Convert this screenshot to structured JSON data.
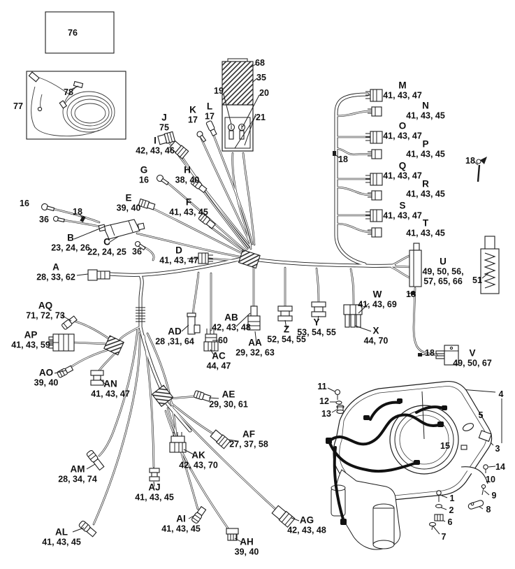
{
  "diagram_title": "Engine wiring harness parts diagram",
  "nums": {
    "1": "1",
    "2": "2",
    "3": "3",
    "4": "4",
    "5": "5",
    "6": "6",
    "7": "7",
    "8": "8",
    "9": "9",
    "10": "10",
    "11": "11",
    "12": "12",
    "13": "13",
    "14": "14",
    "15": "15",
    "16": "16",
    "18": "18",
    "19": "19",
    "20": "20",
    "21": "21",
    "35": "35",
    "36": "36",
    "51": "51",
    "60": "60",
    "68": "68",
    "76": "76",
    "77": "77",
    "78": "78"
  },
  "callouts": {
    "A": {
      "letter": "A",
      "parts": "28, 33, 62"
    },
    "B": {
      "letter": "B",
      "parts": "23, 24, 26"
    },
    "C": {
      "letter": "C",
      "parts": "22, 24, 25"
    },
    "D": {
      "letter": "D",
      "parts": "41, 43, 47"
    },
    "E": {
      "letter": "E",
      "parts": "39, 40"
    },
    "F": {
      "letter": "F",
      "parts": "41, 43, 45"
    },
    "G": {
      "letter": "G",
      "parts": "16"
    },
    "H": {
      "letter": "H",
      "parts": "38, 40"
    },
    "I": {
      "letter": "I",
      "parts": "42, 43, 46"
    },
    "J": {
      "letter": "J",
      "parts": "75"
    },
    "K": {
      "letter": "K",
      "parts": "17"
    },
    "L": {
      "letter": "L",
      "parts": "17"
    },
    "M": {
      "letter": "M",
      "parts": "41, 43, 47"
    },
    "N": {
      "letter": "N",
      "parts": "41, 43, 45"
    },
    "O": {
      "letter": "O",
      "parts": "41, 43, 47"
    },
    "P": {
      "letter": "P",
      "parts": "41, 43, 45"
    },
    "Q": {
      "letter": "Q",
      "parts": "41, 43, 47"
    },
    "R": {
      "letter": "R",
      "parts": "41, 43, 45"
    },
    "S": {
      "letter": "S",
      "parts": "41, 43, 47"
    },
    "T": {
      "letter": "T",
      "parts": "41, 43, 45"
    },
    "U": {
      "letter": "U",
      "parts": "49, 50, 56,",
      "parts2": "57, 65, 66"
    },
    "V": {
      "letter": "V",
      "parts": "49, 50, 67"
    },
    "W": {
      "letter": "W",
      "parts": "41, 43, 69"
    },
    "X": {
      "letter": "X",
      "parts": "44, 70"
    },
    "Y": {
      "letter": "Y",
      "parts": "53, 54, 55"
    },
    "Z": {
      "letter": "Z",
      "parts": "52, 54, 55"
    },
    "AA": {
      "letter": "AA",
      "parts": "29, 32, 63"
    },
    "AB": {
      "letter": "AB",
      "parts": "42, 43, 48"
    },
    "AC": {
      "letter": "AC",
      "parts": "44, 47"
    },
    "AD": {
      "letter": "AD",
      "parts": "28 ,31, 64"
    },
    "AE": {
      "letter": "AE",
      "parts": "29, 30, 61"
    },
    "AF": {
      "letter": "AF",
      "parts": "27, 37, 58"
    },
    "AG": {
      "letter": "AG",
      "parts": "42, 43, 48"
    },
    "AH": {
      "letter": "AH",
      "parts": "39, 40"
    },
    "AI": {
      "letter": "AI",
      "parts": "41, 43, 45"
    },
    "AJ": {
      "letter": "AJ",
      "parts": "41, 43, 45"
    },
    "AK": {
      "letter": "AK",
      "parts": "42, 43, 70"
    },
    "AL": {
      "letter": "AL",
      "parts": "41, 43, 45"
    },
    "AM": {
      "letter": "AM",
      "parts": "28, 34, 74"
    },
    "AN": {
      "letter": "AN",
      "parts": "41, 43, 47"
    },
    "AO": {
      "letter": "AO",
      "parts": "39, 40"
    },
    "AP": {
      "letter": "AP",
      "parts": "41, 43, 59"
    },
    "AQ": {
      "letter": "AQ",
      "parts": "71, 72, 73"
    }
  }
}
